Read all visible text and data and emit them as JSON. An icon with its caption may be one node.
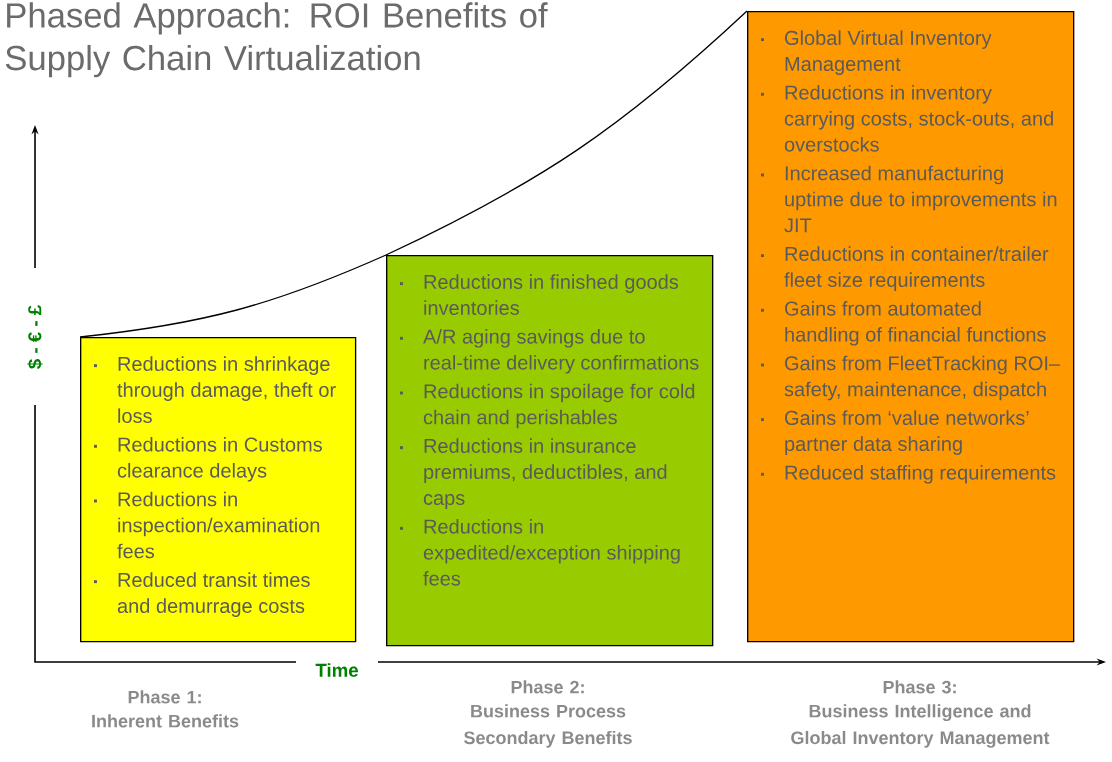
{
  "diagram": {
    "title": "Phased Approach:  ROI Benefits of Supply Chain Virtualization",
    "nodes": [
      {
        "text": [
          "Reductions in shrinkage through damage, theft or loss",
          "Reductions in Customs clearance delays",
          "Reductions in inspection/examination fees",
          "Reduced transit times and demurrage costs"
        ],
        "beside": [
          "Phase 1:",
          "Inherent Benefits"
        ]
      },
      {
        "text": [
          "Reductions in finished goods inventories",
          "A/R aging savings due to real-time delivery confirmations",
          "Reductions in spoilage for cold chain and perishables",
          "Reductions in insurance premiums, deductibles, and caps",
          "Reductions in expedited/exception shipping fees"
        ],
        "beside": [
          "Phase 2:",
          "Business Process Secondary Benefits"
        ]
      },
      {
        "text": [
          "Global Virtual Inventory Management",
          "Reductions in inventory carrying costs, stock-outs, and overstocks",
          "Increased manufacturing uptime due to improvements in JIT",
          "Reductions in container/trailer fleet size requirements",
          "Gains from automated handling of financial functions",
          "Gains from FleetTracking ROI– safety, maintenance, dispatch",
          "Gains from ‘value networks’ partner data sharing",
          "Reduced staffing requirements"
        ],
        "beside": [
          "Phase 3:",
          "Business Intelligence and Global Inventory Management"
        ]
      }
    ],
    "edges": [
      {
        "from": 0,
        "to": 1,
        "arrow": "none"
      },
      {
        "from": 1,
        "to": 2,
        "arrow": "none"
      }
    ],
    "labels": [
      "$ - € - £",
      "Time"
    ]
  }
}
